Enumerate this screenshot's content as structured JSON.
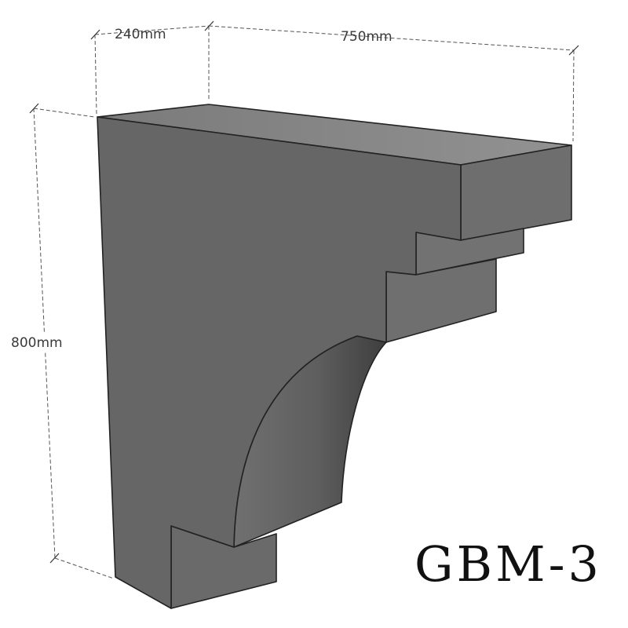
{
  "diagram": {
    "dimensions": {
      "depth_label": "240mm",
      "length_label": "750mm",
      "height_label": "800mm"
    },
    "model_code": "GBM-3",
    "colors": {
      "front_face": "#666666",
      "top_face": "#858585",
      "end_face": "#6e6e6e",
      "step_face": "#727272",
      "arch_inner": "#5c5c5c",
      "edge": "#222222",
      "background": "#ffffff"
    }
  }
}
